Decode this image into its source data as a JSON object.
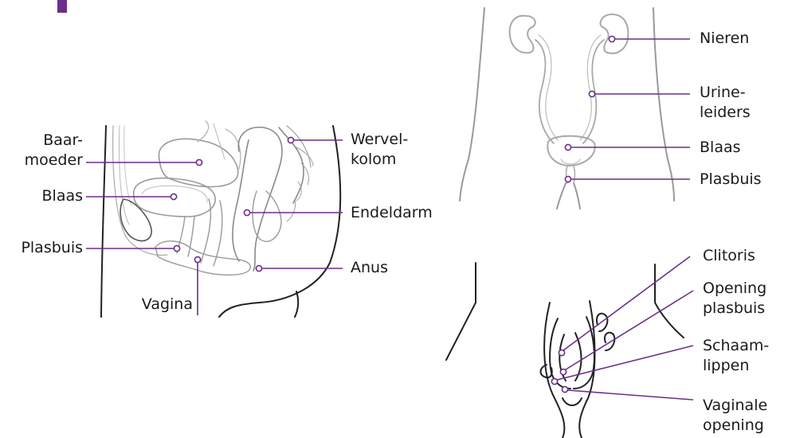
{
  "colors": {
    "accent": "#6b2f8a",
    "outline": "#a9a9a9",
    "body_line": "#222222"
  },
  "panels": {
    "sagittal": {
      "labels": {
        "uterus": [
          "Baar-",
          "moeder"
        ],
        "bladder": "Blaas",
        "urethra": "Plasbuis",
        "vagina": "Vagina",
        "spine": [
          "Wervel-",
          "kolom"
        ],
        "rectum": "Endeldarm",
        "anus": "Anus"
      }
    },
    "urinary": {
      "labels": {
        "kidneys": "Nieren",
        "ureters": [
          "Urine-",
          "leiders"
        ],
        "bladder": "Blaas",
        "urethra": "Plasbuis"
      }
    },
    "vulva": {
      "labels": {
        "clitoris": "Clitoris",
        "urethral_opening": [
          "Opening",
          "plasbuis"
        ],
        "labia": [
          "Schaam-",
          "lippen"
        ],
        "vaginal_opening": [
          "Vaginale",
          "opening"
        ]
      }
    }
  }
}
